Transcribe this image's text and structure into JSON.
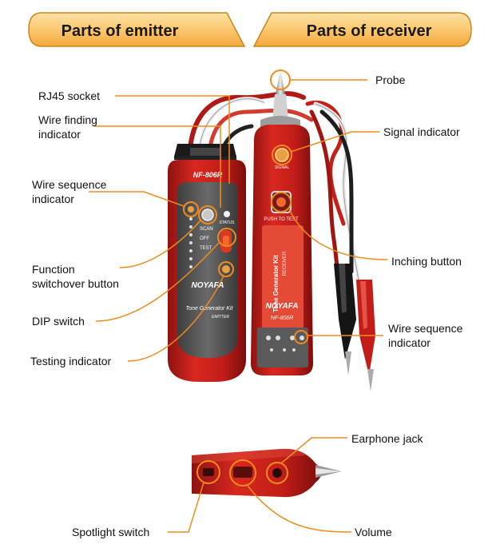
{
  "headers": {
    "emitter": "Parts of emitter",
    "receiver": "Parts of receiver"
  },
  "labels": {
    "rj45_socket": "RJ45 socket",
    "wire_finding_1": "Wire finding",
    "wire_finding_2": "indicator",
    "wire_sequence_1": "Wire sequence",
    "wire_sequence_2": "indicator",
    "function_1": "Function",
    "function_2": "switchover button",
    "dip_switch": "DIP switch",
    "testing_indicator": "Testing indicator",
    "probe": "Probe",
    "signal_indicator": "Signal indicator",
    "inching_button": "Inching button",
    "rx_wire_sequence_1": "Wire sequence",
    "rx_wire_sequence_2": "indicator",
    "earphone_jack": "Earphone jack",
    "spotlight_switch": "Spotlight switch",
    "volume": "Volume"
  },
  "device_text": {
    "emitter_model": "NF-806R",
    "emitter_brand": "NOYAFA",
    "emitter_kit": "Tone Generator Kit",
    "emitter_name": "EMITTER",
    "scan": "SCAN",
    "off": "OFF",
    "test": "TEST",
    "status": "STATUS",
    "receiver_signal": "SIGNAL",
    "push_to_test": "PUSH TO TEST",
    "receiver_kit": "Tone Generator Kit",
    "receiver_name": "RECEIVER",
    "receiver_brand": "NOYAFA",
    "receiver_model": "NF-806R"
  },
  "colors": {
    "banner_fill": "#fbc56a",
    "banner_stroke": "#c9861a",
    "leader": "#f08c1e",
    "device_red": "#c8201e",
    "device_gray": "#5a5a5a"
  }
}
